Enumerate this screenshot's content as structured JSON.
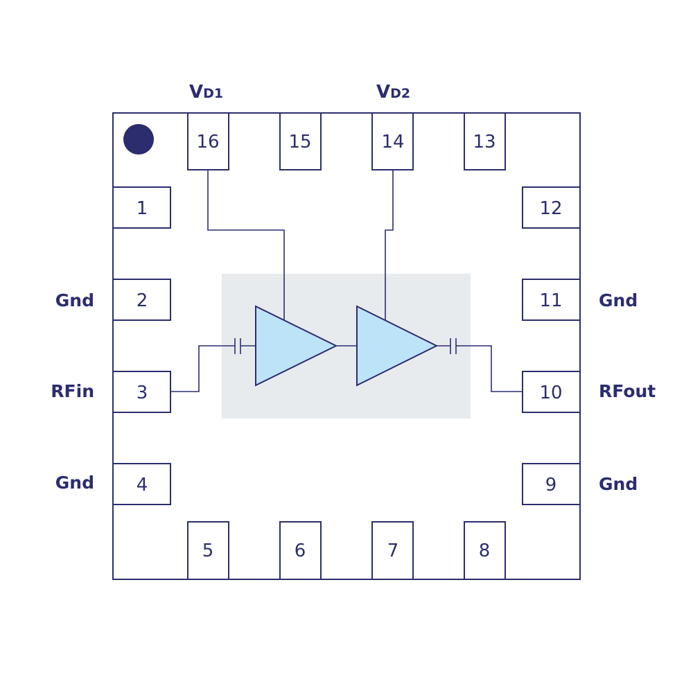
{
  "colors": {
    "outline": "#2b2d6e",
    "amp_fill": "#bde3f8",
    "die_fill": "#e8ebee",
    "pin1_dot": "#2b2d6e"
  },
  "pins": {
    "p1": "1",
    "p2": "2",
    "p3": "3",
    "p4": "4",
    "p5": "5",
    "p6": "6",
    "p7": "7",
    "p8": "8",
    "p9": "9",
    "p10": "10",
    "p11": "11",
    "p12": "12",
    "p13": "13",
    "p14": "14",
    "p15": "15",
    "p16": "16"
  },
  "labels": {
    "vd1_main": "V",
    "vd1_sub": "D1",
    "vd2_main": "V",
    "vd2_sub": "D2",
    "gnd_left_top": "Gnd",
    "rfin": "RFin",
    "gnd_left_bottom": "Gnd",
    "gnd_right_top": "Gnd",
    "rfout": "RFout",
    "gnd_right_bottom": "Gnd"
  }
}
